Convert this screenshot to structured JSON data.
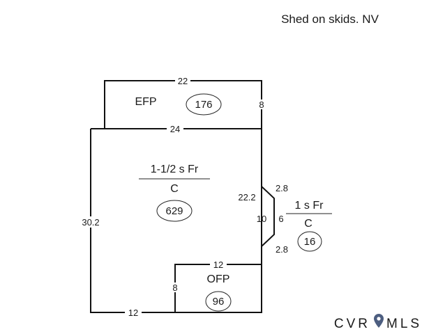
{
  "note": "Shed on skids. NV",
  "efp": {
    "label": "EFP",
    "area": "176"
  },
  "main": {
    "label": "1-1/2 s Fr",
    "class": "C",
    "area": "629"
  },
  "addition": {
    "label": "1 s Fr",
    "class": "C",
    "area": "16"
  },
  "ofp": {
    "label": "OFP",
    "area": "96"
  },
  "dims": {
    "efp_top": "22",
    "efp_right": "8",
    "main_top": "24",
    "main_left": "30.2",
    "main_right": "22.2",
    "main_bottom": "12",
    "ofp_top": "12",
    "ofp_left": "8",
    "bay_diag_top": "2.8",
    "bay_diag_bottom": "2.8",
    "bay_back": "10",
    "bay_front": "6"
  },
  "logo": {
    "left": "CVR",
    "pin": "location-pin-icon",
    "right": "MLS",
    "pin_color": "#4d5e80"
  }
}
